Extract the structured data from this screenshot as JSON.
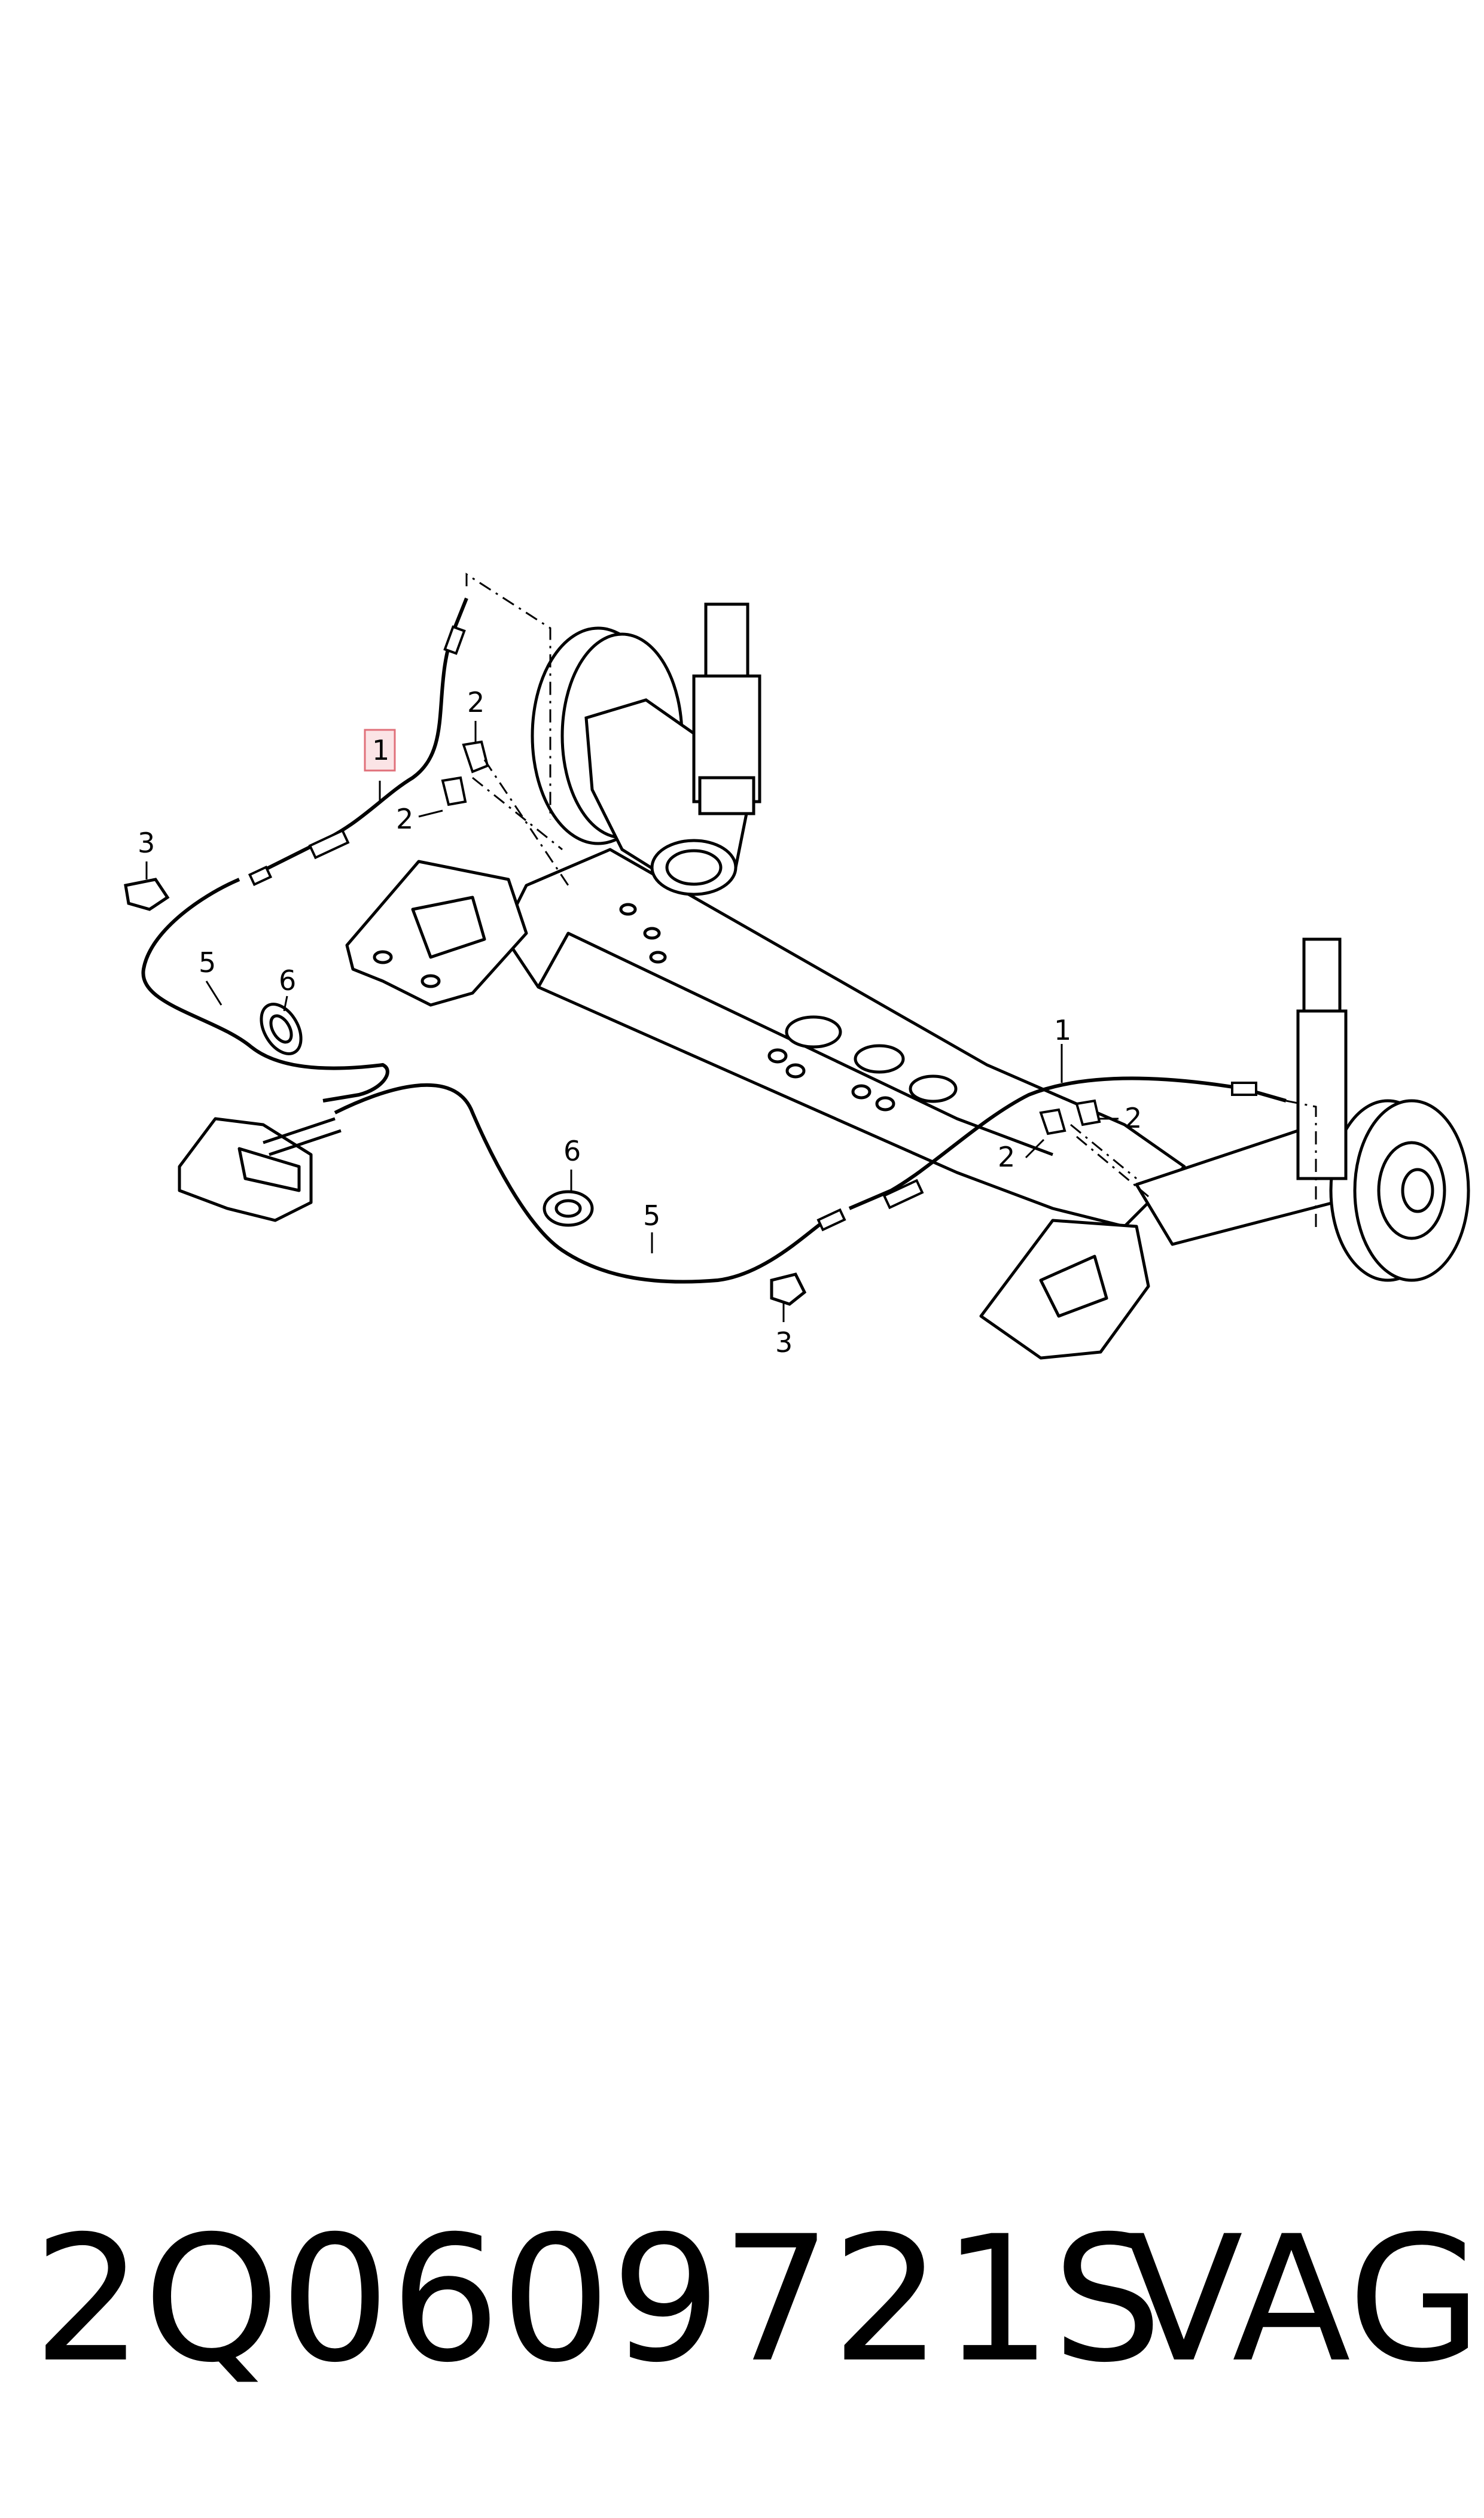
{
  "diagram": {
    "callouts": {
      "c1_left": "1",
      "c1_right": "1",
      "c2_a": "2",
      "c2_b": "2",
      "c2_c": "2",
      "c2_d": "2",
      "c3_left": "3",
      "c3_right": "3",
      "c5_left": "5",
      "c5_right": "5",
      "c6_left": "6",
      "c6_right": "6"
    },
    "highlight_color": "#e0707a",
    "highlight_fill": "#fbe4e6",
    "line_color": "#000000"
  },
  "footer": {
    "part_number": "2Q0609721S",
    "brand": "VAG"
  }
}
